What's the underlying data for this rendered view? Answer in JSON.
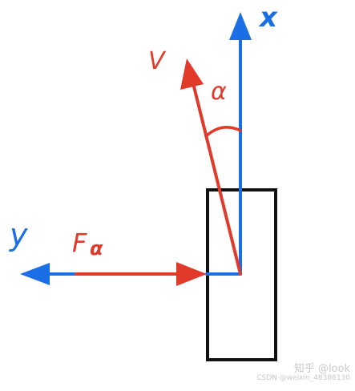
{
  "labels": {
    "x_axis": "x",
    "y_axis": "y",
    "velocity": "V",
    "angle": "α",
    "force": "F",
    "force_subscript": "α"
  },
  "watermark": {
    "line1": "知乎 @look",
    "line2": "CSDN @weixin_48386130"
  },
  "colors": {
    "blue_axis": "#1a6fe6",
    "red_vectors": "#e23a2a",
    "outline": "#111111",
    "background": "#ffffff",
    "watermark": "#c9c9c9"
  }
}
